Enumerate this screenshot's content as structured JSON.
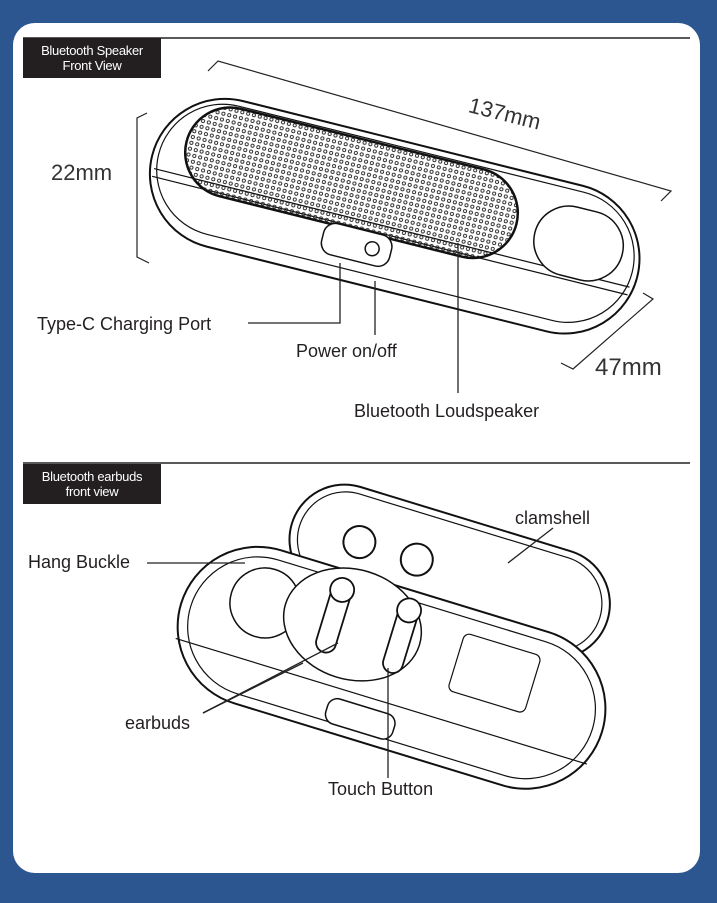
{
  "speaker_section": {
    "title_line1": "Bluetooth Speaker",
    "title_line2": "Front View",
    "dimensions": {
      "length": "137mm",
      "height": "22mm",
      "depth": "47mm"
    },
    "labels": {
      "charging_port": "Type-C Charging Port",
      "power": "Power on/off",
      "loudspeaker": "Bluetooth Loudspeaker"
    }
  },
  "earbuds_section": {
    "title_line1": "Bluetooth earbuds",
    "title_line2": "front view",
    "labels": {
      "hang_buckle": "Hang Buckle",
      "clamshell": "clamshell",
      "earbuds": "earbuds",
      "touch_button": "Touch Button"
    }
  },
  "colors": {
    "background": "#2b5690",
    "card": "#ffffff",
    "title_bg": "#231f20"
  }
}
